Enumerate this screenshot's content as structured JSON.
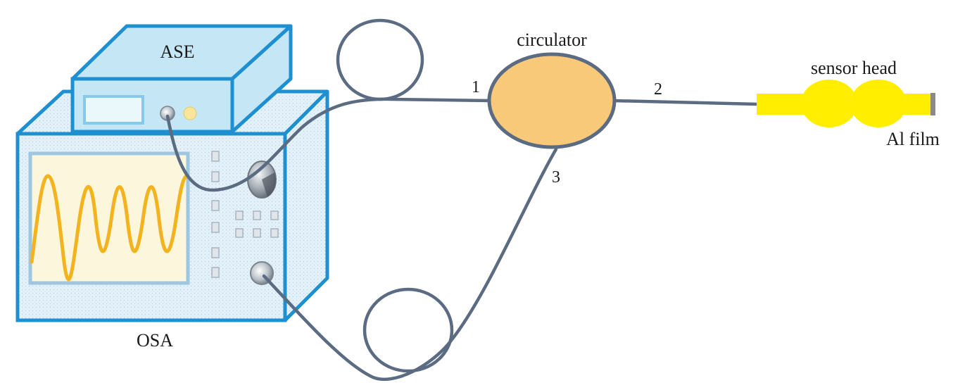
{
  "labels": {
    "ase": "ASE",
    "osa": "OSA",
    "circulator": "circulator",
    "port1": "1",
    "port2": "2",
    "port3": "3",
    "sensor_head": "sensor head",
    "al_film": "Al film"
  },
  "colors": {
    "instrument_outline": "#1e8fd0",
    "instrument_fill": "#e3f1f8",
    "ase_fill": "#c4e6f5",
    "screen_fill": "#fbf6dc",
    "waveform": "#f3b31e",
    "fiber": "#5a6b82",
    "circulator_fill": "#f8c978",
    "sensor": "#ffee00",
    "film": "#8a8a8a"
  }
}
